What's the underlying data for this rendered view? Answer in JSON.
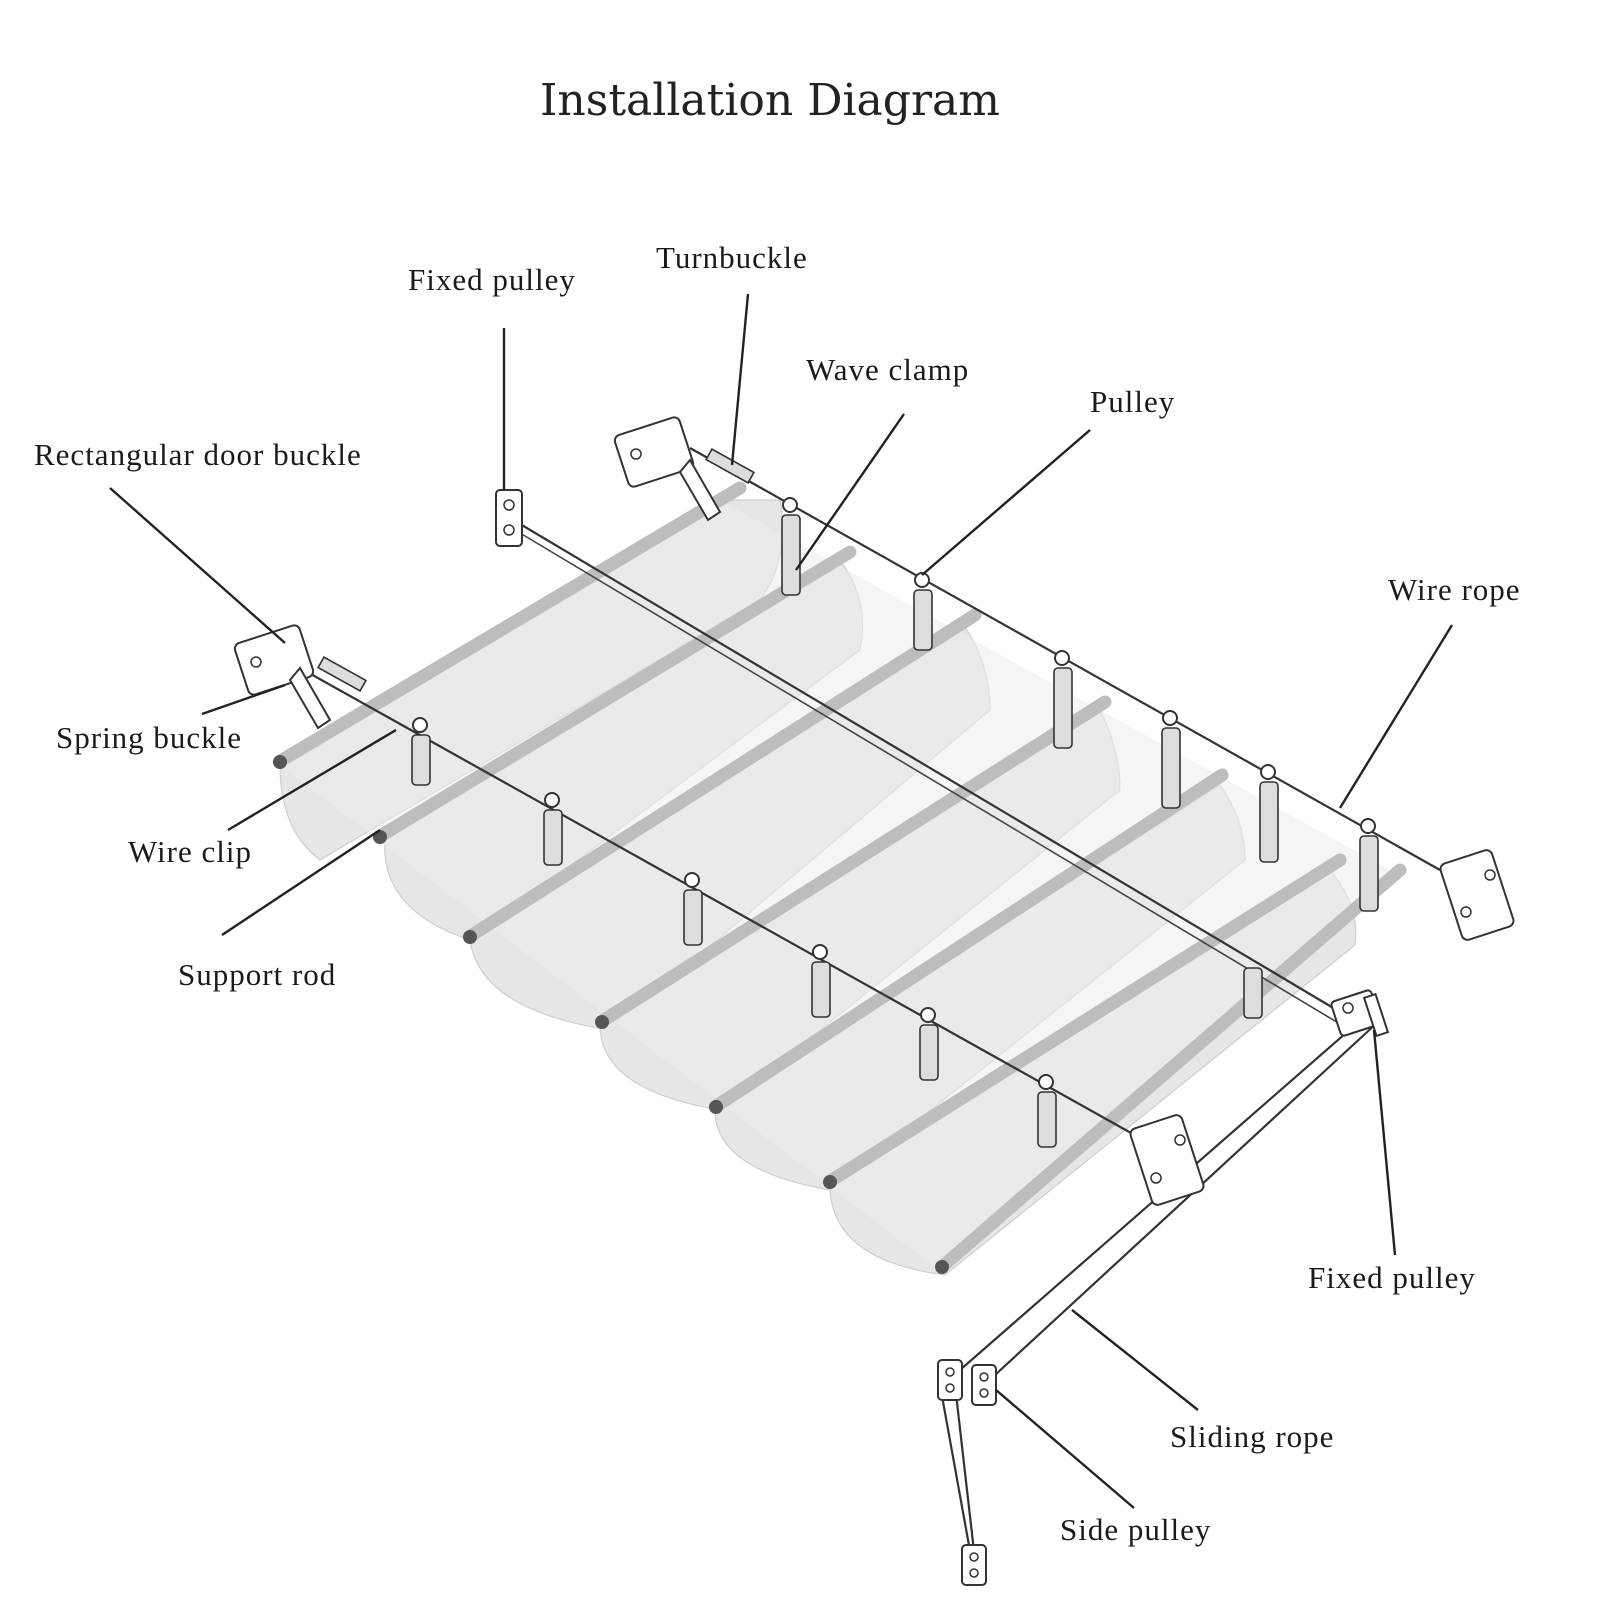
{
  "title": "Installation Diagram",
  "labels": {
    "fixed_pulley_top": "Fixed pulley",
    "turnbuckle": "Turnbuckle",
    "wave_clamp": "Wave clamp",
    "pulley": "Pulley",
    "rectangular_door_buckle": "Rectangular door buckle",
    "wire_rope": "Wire rope",
    "spring_buckle": "Spring buckle",
    "wire_clip": "Wire clip",
    "support_rod": "Support rod",
    "fixed_pulley_bottom": "Fixed pulley",
    "sliding_rope": "Sliding rope",
    "side_pulley": "Side pulley"
  },
  "colors": {
    "fabric": "#e6e6e6",
    "rod": "#bdbdbd",
    "line": "#222222"
  }
}
